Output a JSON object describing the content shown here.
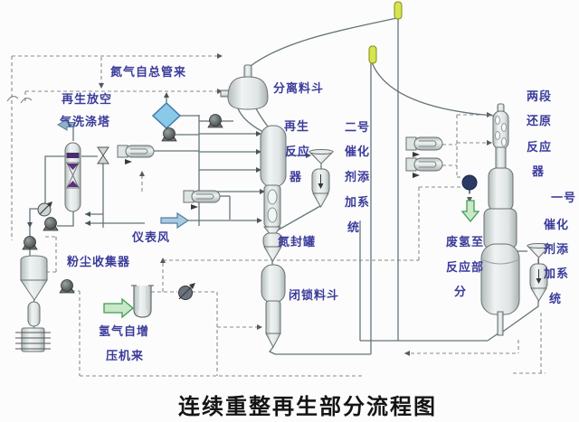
{
  "title": "连续重整再生部分流程图",
  "labels": {
    "nitrogen_from_header": {
      "text": "氮气自总管来"
    },
    "regen_vent_line1": {
      "text": "再生放空"
    },
    "regen_vent_line2": {
      "text": "气洗涤塔"
    },
    "separation_hopper": {
      "text": "分离料斗"
    },
    "regen_reactor_l1": {
      "text": "再生"
    },
    "regen_reactor_l2": {
      "text": "反应"
    },
    "regen_reactor_l3": {
      "text": "器"
    },
    "cat2_l1": {
      "text": "二号"
    },
    "cat2_l2": {
      "text": "催化"
    },
    "cat2_l3": {
      "text": "剂添"
    },
    "cat2_l4": {
      "text": "加系"
    },
    "cat2_l5": {
      "text": "统"
    },
    "nitrogen_seal_tank": {
      "text": "氮封罐"
    },
    "lock_hopper": {
      "text": "闭锁料斗"
    },
    "instrument_air": {
      "text": "仪表风"
    },
    "dust_collector": {
      "text": "粉尘收集器"
    },
    "hydrogen_l1": {
      "text": "氢气自增"
    },
    "hydrogen_l2": {
      "text": "压机来"
    },
    "reduction_l1": {
      "text": "两段"
    },
    "reduction_l2": {
      "text": "还原"
    },
    "reduction_l3": {
      "text": "反应"
    },
    "reduction_l4": {
      "text": "器"
    },
    "cat1_l1": {
      "text": "一号"
    },
    "cat1_l2": {
      "text": "催化"
    },
    "cat1_l3": {
      "text": "剂添"
    },
    "cat1_l4": {
      "text": "加系"
    },
    "cat1_l5": {
      "text": "统"
    },
    "waste_h2_l1": {
      "text": "废氢至"
    },
    "waste_h2_l2": {
      "text": "反应部"
    },
    "waste_h2_l3": {
      "text": "分"
    }
  },
  "colors": {
    "label_text": "#3b3b9b",
    "title_text": "#141414",
    "solid_pipe": "#64747a",
    "dashed_pipe": "#8a8a8a",
    "vessel_stroke": "#6a6f6f",
    "vessel_fill_light": "#eef1f1",
    "vessel_fill_dark": "#b9c2c2",
    "filter_diamond": "#8bc9e9",
    "lift_capsule": "#d8e44e",
    "green_arrow": "#c8e8c8",
    "green_arrow_stroke": "#3f9d52",
    "blue_arrow": "#a8cadf",
    "blue_arrow_stroke": "#527e9e",
    "valve_ball": "#2c3a66",
    "packing_purple": "#4a2e70"
  }
}
